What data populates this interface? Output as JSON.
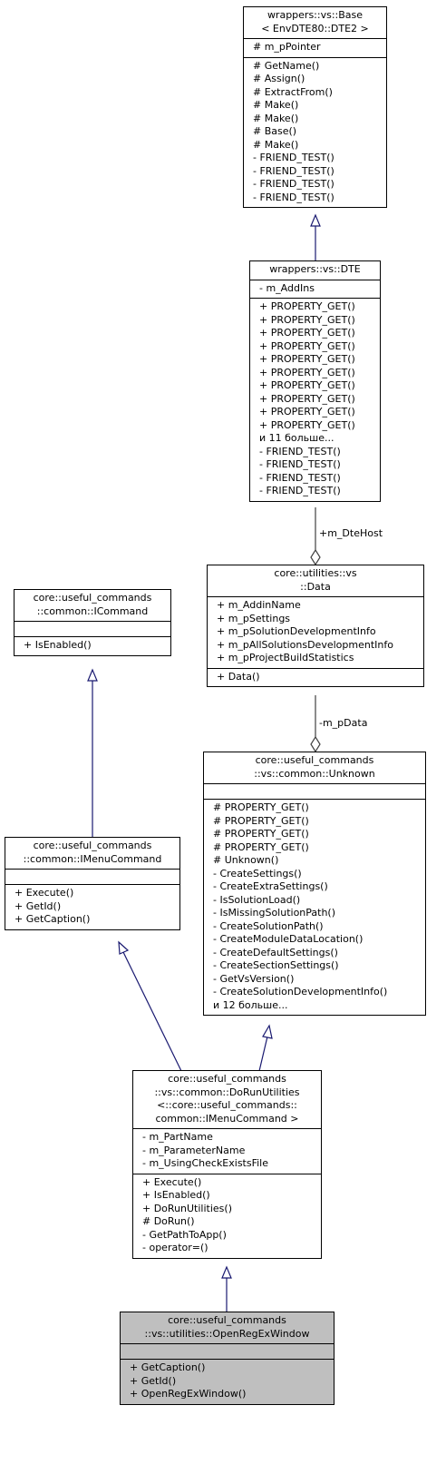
{
  "classes": {
    "base": {
      "title": [
        "wrappers::vs::Base",
        "< EnvDTE80::DTE2 >"
      ],
      "attributes": [
        "# m_pPointer"
      ],
      "methods": [
        "# GetName()",
        "# Assign()",
        "# ExtractFrom()",
        "# Make()",
        "# Make()",
        "# Base()",
        "# Make()",
        "- FRIEND_TEST()",
        "- FRIEND_TEST()",
        "- FRIEND_TEST()",
        "- FRIEND_TEST()"
      ]
    },
    "dte": {
      "title": [
        "wrappers::vs::DTE"
      ],
      "attributes": [
        "- m_AddIns"
      ],
      "methods": [
        "+ PROPERTY_GET()",
        "+ PROPERTY_GET()",
        "+ PROPERTY_GET()",
        "+ PROPERTY_GET()",
        "+ PROPERTY_GET()",
        "+ PROPERTY_GET()",
        "+ PROPERTY_GET()",
        "+ PROPERTY_GET()",
        "+ PROPERTY_GET()",
        "+ PROPERTY_GET()",
        "и 11 больше...",
        "- FRIEND_TEST()",
        "- FRIEND_TEST()",
        "- FRIEND_TEST()",
        "- FRIEND_TEST()"
      ]
    },
    "data": {
      "title": [
        "core::utilities::vs",
        "::Data"
      ],
      "attributes": [
        "+ m_AddinName",
        "+ m_pSettings",
        "+ m_pSolutionDevelopmentInfo",
        "+ m_pAllSolutionsDevelopmentInfo",
        "+ m_pProjectBuildStatistics"
      ],
      "methods": [
        "+ Data()"
      ]
    },
    "icommand": {
      "title": [
        "core::useful_commands",
        "::common::ICommand"
      ],
      "attributes": [],
      "methods": [
        "+ IsEnabled()"
      ]
    },
    "unknown": {
      "title": [
        "core::useful_commands",
        "::vs::common::Unknown"
      ],
      "attributes": [],
      "methods": [
        "# PROPERTY_GET()",
        "# PROPERTY_GET()",
        "# PROPERTY_GET()",
        "# PROPERTY_GET()",
        "# Unknown()",
        "- CreateSettings()",
        "- CreateExtraSettings()",
        "- IsSolutionLoad()",
        "- IsMissingSolutionPath()",
        "- CreateSolutionPath()",
        "- CreateModuleDataLocation()",
        "- CreateDefaultSettings()",
        "- CreateSectionSettings()",
        "- GetVsVersion()",
        "- CreateSolutionDevelopmentInfo()",
        "и 12 больше..."
      ]
    },
    "imenu": {
      "title": [
        "core::useful_commands",
        "::common::IMenuCommand"
      ],
      "attributes": [],
      "methods": [
        "+ Execute()",
        "+ GetId()",
        "+ GetCaption()"
      ]
    },
    "dorun": {
      "title": [
        "core::useful_commands",
        "::vs::common::DoRunUtilities",
        "<::core::useful_commands::",
        "common::IMenuCommand >"
      ],
      "attributes": [
        "- m_PartName",
        "- m_ParameterName",
        "- m_UsingCheckExistsFile"
      ],
      "methods": [
        "+ Execute()",
        "+ IsEnabled()",
        "+ DoRunUtilities()",
        "# DoRun()",
        "- GetPathToApp()",
        "- operator=()"
      ]
    },
    "openreg": {
      "title": [
        "core::useful_commands",
        "::vs::utilities::OpenRegExWindow"
      ],
      "attributes": [],
      "methods": [
        "+ GetCaption()",
        "+ GetId()",
        "+ OpenRegExWindow()"
      ]
    }
  },
  "edge_labels": {
    "dte_host": "+m_DteHost",
    "p_data": "-m_pData"
  },
  "colors": {
    "edge": "#191970",
    "highlight": "#bfbfbf",
    "grey_edge": "#404040"
  }
}
